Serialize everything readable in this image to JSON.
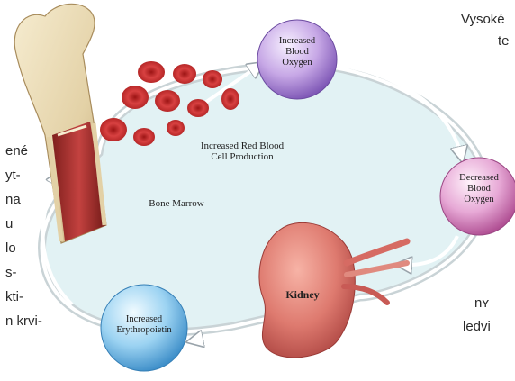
{
  "side_text": {
    "right_top": [
      "Vysoké",
      "te"
    ],
    "left_column": [
      "ené",
      "yt-",
      "na",
      "u",
      "lo",
      "s-",
      "kti-",
      "n krvi-"
    ],
    "right_bottom": [
      "nʏ",
      "ledvi"
    ]
  },
  "diagram": {
    "nodes": {
      "increased_blood_oxygen": "Increased\nBlood\nOxygen",
      "decreased_blood_oxygen": "Decreased\nBlood\nOxygen",
      "increased_erythropoietin": "Increased\nErythropoietin"
    },
    "labels": {
      "red_blood_cell_production": "Increased Red Blood\nCell Production",
      "bone_marrow": "Bone Marrow",
      "kidney": "Kidney"
    }
  }
}
